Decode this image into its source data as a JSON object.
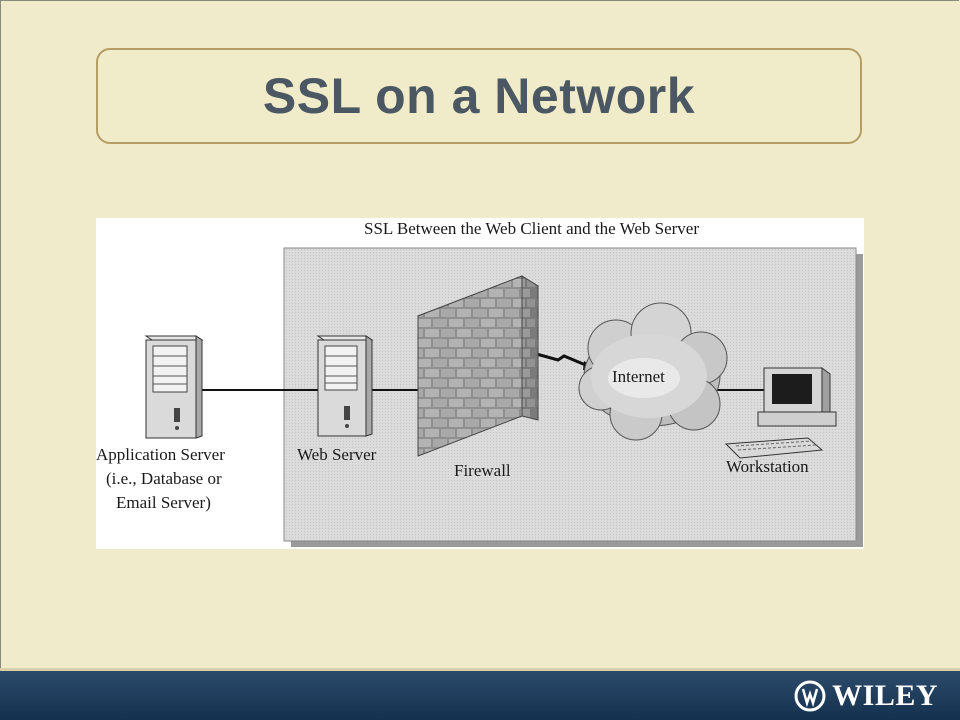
{
  "slide": {
    "title": "SSL on a Network"
  },
  "diagram": {
    "caption": "SSL Between the Web Client and the Web Server",
    "nodes": {
      "app_server": [
        "Application Server",
        "(i.e., Database or",
        "Email Server)"
      ],
      "web_server": "Web Server",
      "firewall": "Firewall",
      "internet": "Internet",
      "workstation": "Workstation"
    }
  },
  "footer": {
    "logo_text": "WILEY"
  }
}
